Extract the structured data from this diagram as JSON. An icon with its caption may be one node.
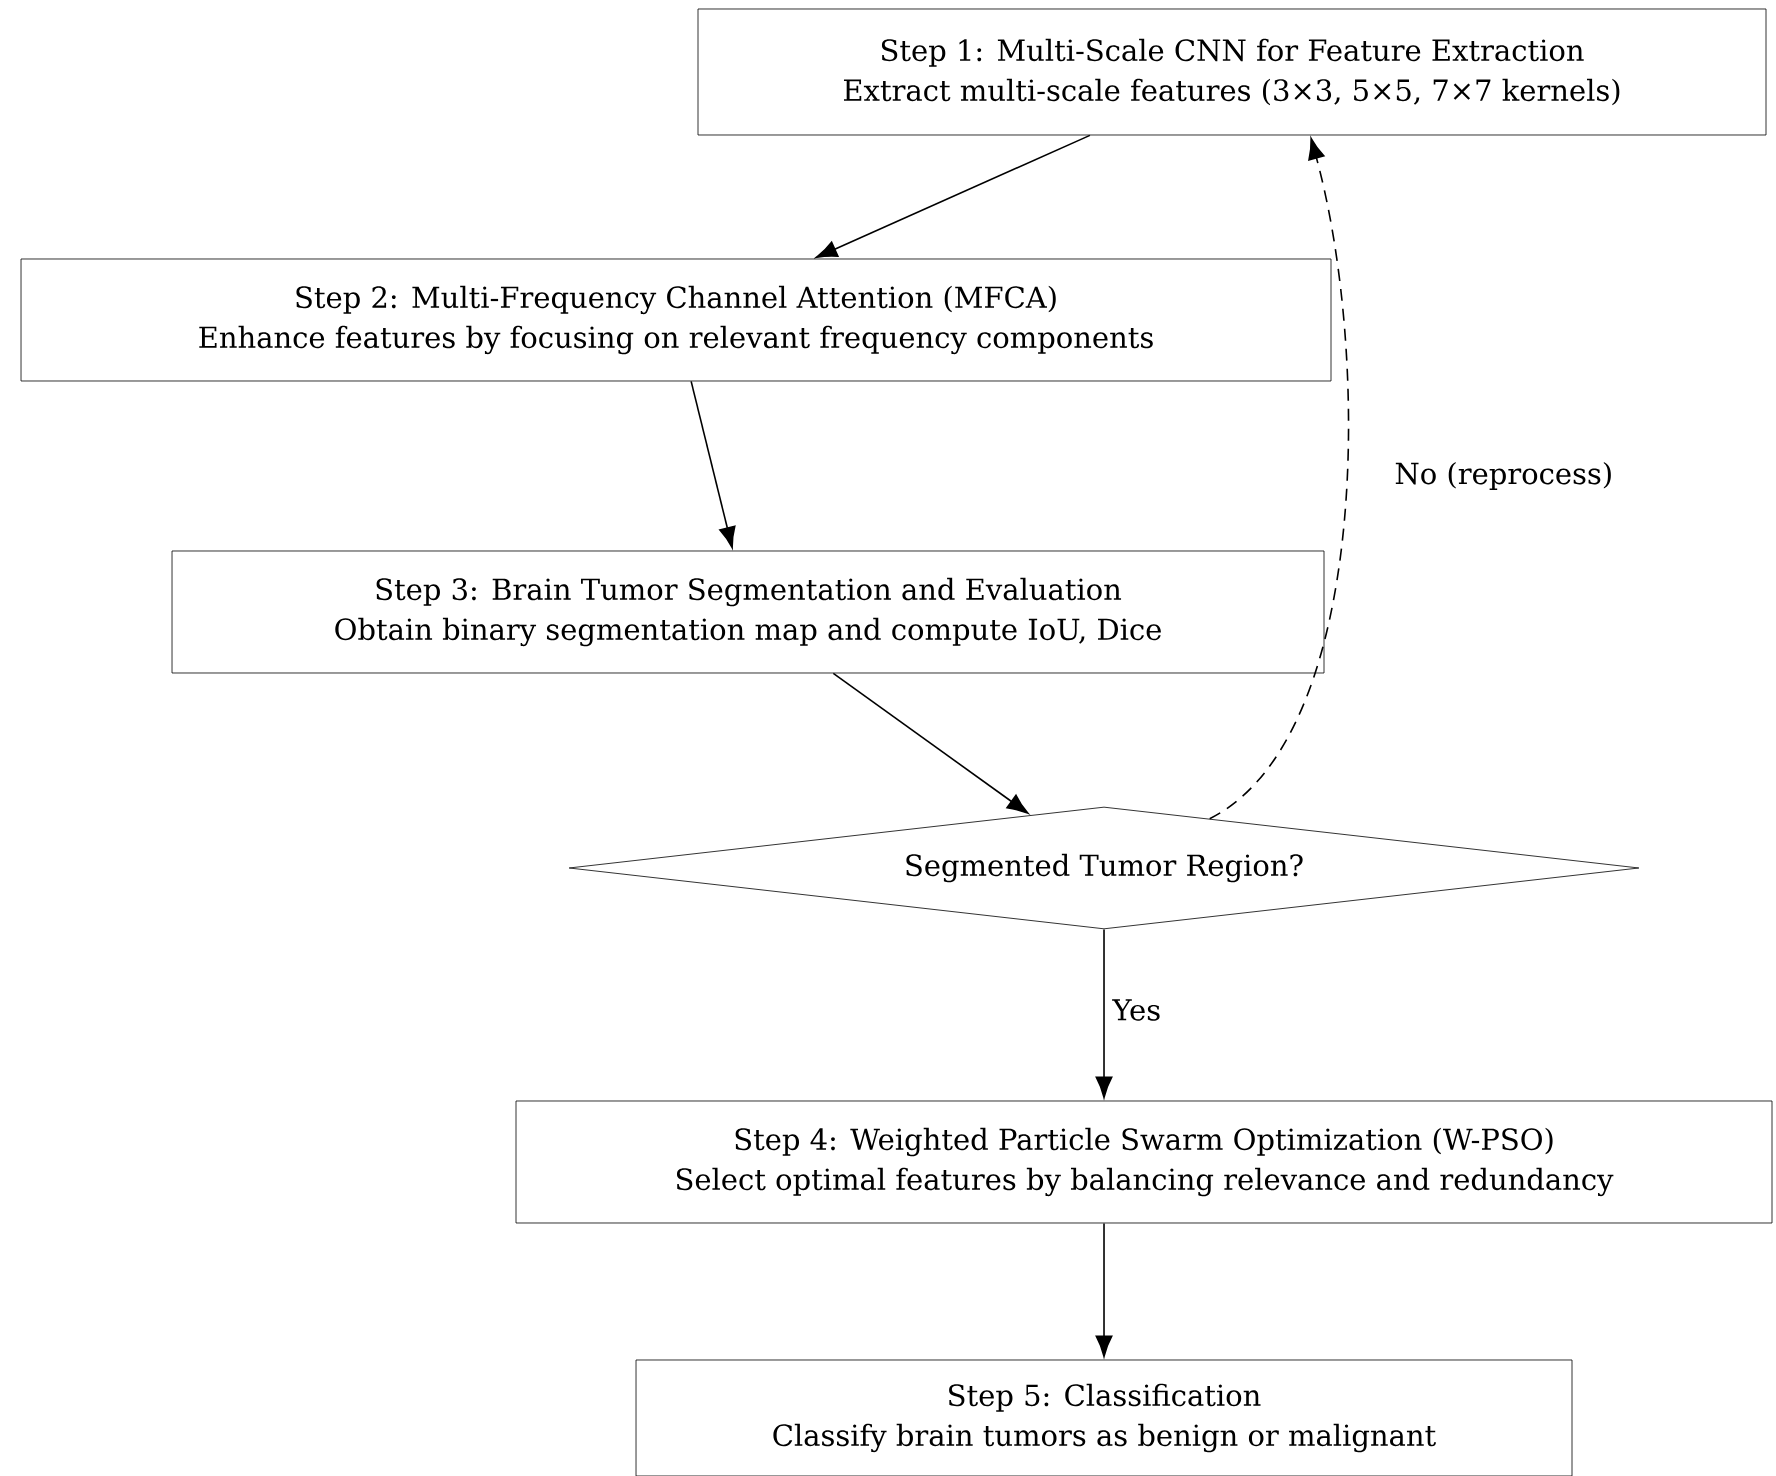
{
  "diagram": {
    "nodes": [
      {
        "text": [
          "Step 1: Multi-Scale CNN for Feature Extraction",
          "Extract multi-scale features (3×3, 5×5, 7×7 kernels)"
        ]
      },
      {
        "text": [
          "Step 2: Multi-Frequency Channel Attention (MFCA)",
          "Enhance features by focusing on relevant frequency components"
        ]
      },
      {
        "text": [
          "Step 3: Brain Tumor Segmentation and Evaluation",
          "Obtain binary segmentation map and compute IoU, Dice"
        ]
      },
      {
        "text": [
          "Segmented Tumor Region?"
        ]
      },
      {
        "text": [
          "Step 4: Weighted Particle Swarm Optimization (W-PSO)",
          "Select optimal features by balancing relevance and redundancy"
        ]
      },
      {
        "text": [
          "Step 5: Classification",
          "Classify brain tumors as benign or malignant"
        ]
      }
    ],
    "edges": [
      {
        "from": 0,
        "to": 1,
        "arrow": "to"
      },
      {
        "from": 1,
        "to": 2,
        "arrow": "to"
      },
      {
        "from": 2,
        "to": 3,
        "arrow": "to"
      },
      {
        "from": 3,
        "to": 4,
        "arrow": "to",
        "label": "Yes"
      },
      {
        "from": 4,
        "to": 5,
        "arrow": "to"
      },
      {
        "from": 3,
        "to": 0,
        "arrow": "to",
        "label": "No (reprocess)",
        "style": "dashed"
      }
    ]
  }
}
